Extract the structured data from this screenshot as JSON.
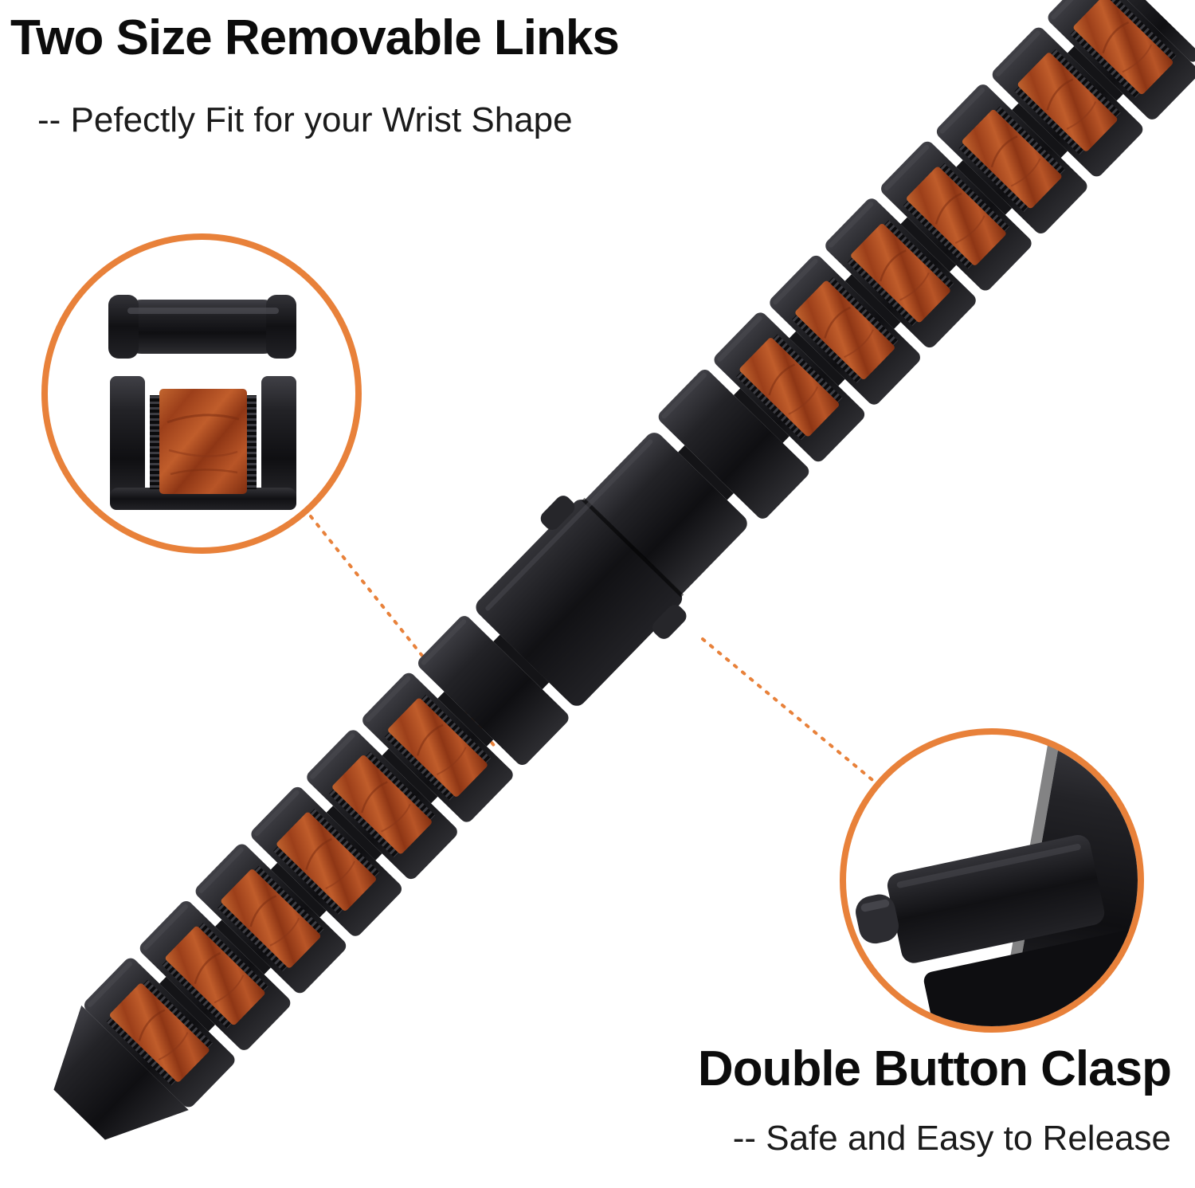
{
  "image": {
    "background": "#ffffff",
    "accent": "#e8813a"
  },
  "annotations": {
    "removable_links": {
      "title": "Two Size Removable Links",
      "subtitle": "-- Pefectly Fit for your Wrist Shape"
    },
    "clasp": {
      "title": "Double Button Clasp",
      "subtitle": "-- Safe and Easy to Release"
    }
  },
  "band": {
    "wood_links_lower": 6,
    "wood_links_upper": 7,
    "wood_color": "#a8491f",
    "metal_color": "#1a1a1d"
  }
}
